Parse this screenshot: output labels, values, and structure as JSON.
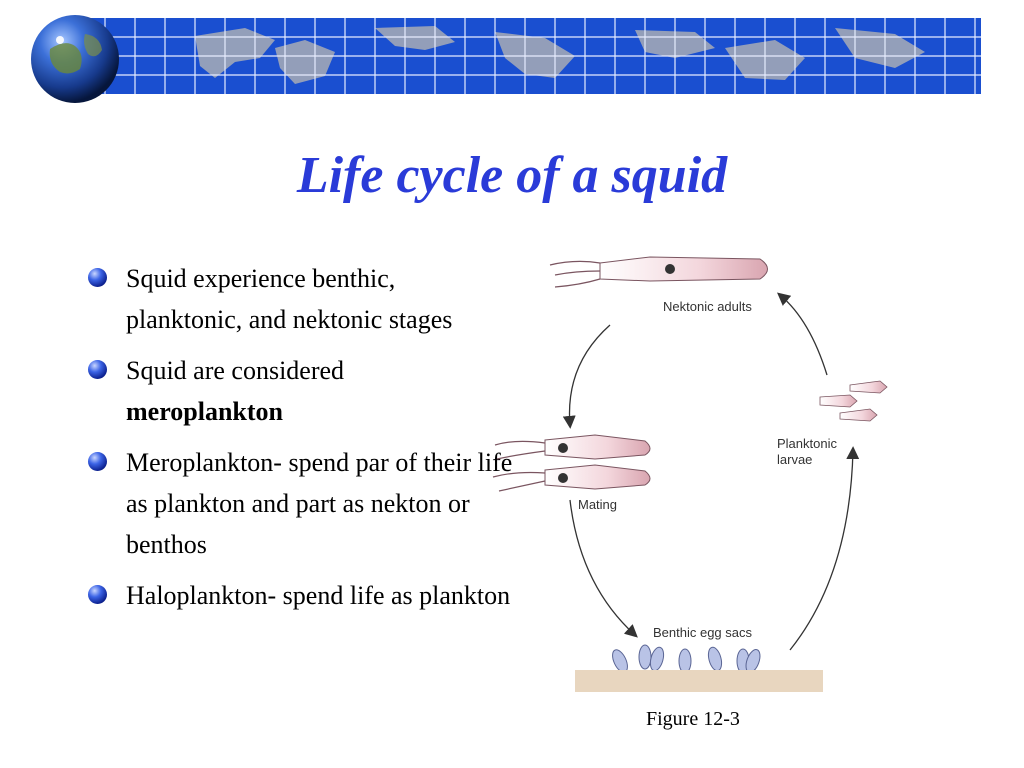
{
  "slide": {
    "title": "Life cycle of a squid",
    "colors": {
      "title": "#2a3bd8",
      "banner": "#1a4fd0",
      "bullet": "#3c64e6"
    }
  },
  "bullets": [
    {
      "text": "Squid experience benthic, planktonic, and nektonic stages",
      "bold": ""
    },
    {
      "text": "Squid are considered",
      "bold": "meroplankton"
    },
    {
      "text": "Meroplankton- spend par of their life as plankton and part as nekton or benthos",
      "bold": ""
    },
    {
      "text": "Haloplankton- spend life as plankton",
      "bold": ""
    }
  ],
  "figure": {
    "labels": {
      "nektonic_adults": "Nektonic adults",
      "planktonic": "Planktonic",
      "larvae": "larvae",
      "mating": "Mating",
      "benthic_egg_sacs": "Benthic egg sacs"
    },
    "caption": "Figure 12-3"
  }
}
